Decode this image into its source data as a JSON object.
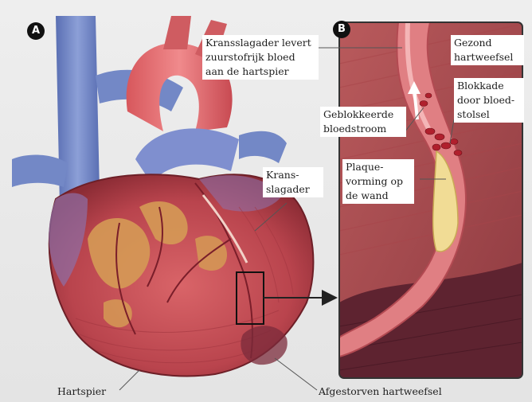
{
  "panel_a": {
    "badge": "A",
    "labels": {
      "coronary_artery_main": "Kransslagader levert zuurstofrijk bloed aan de hartspier",
      "coronary_artery_short": "Krans-slagader",
      "heart_muscle": "Hartspier",
      "dead_tissue": "Afgestorven hartweefsel"
    }
  },
  "panel_b": {
    "badge": "B",
    "labels": {
      "healthy_tissue": "Gezond hartweefsel",
      "blockage": "Blokkade door bloed-stolsel",
      "blocked_flow": "Geblokkeerde bloedstroom",
      "plaque": "Plaque-vorming op de wand"
    }
  },
  "colors": {
    "muscle_red": "#c94a4f",
    "dark_red": "#8e2a33",
    "vein_blue": "#6f83c2",
    "fat_yellow": "#d9a05b",
    "plaque_yellow": "#f1dc95",
    "artery_pink": "#e2868a"
  }
}
